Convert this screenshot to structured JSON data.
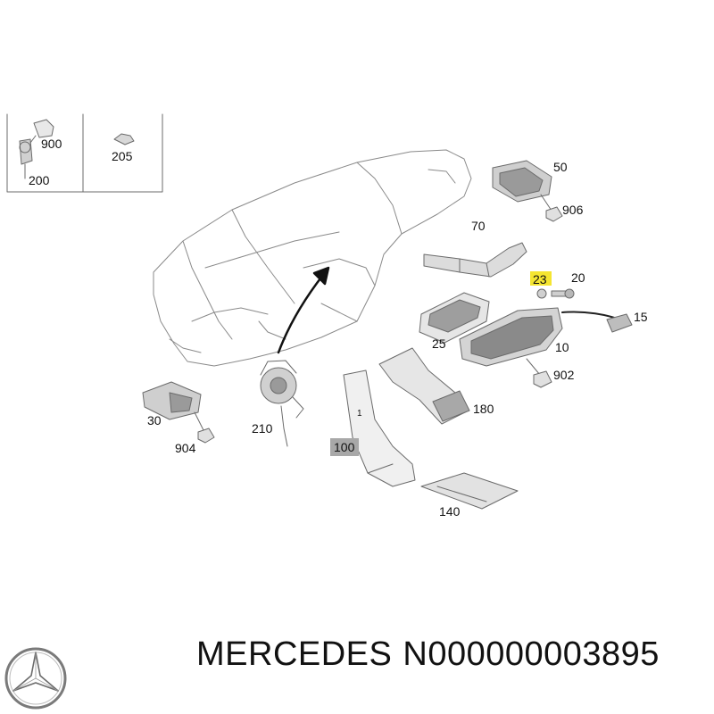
{
  "colors": {
    "highlight_yellow": "#f5e531",
    "highlight_gray": "#a8a8a8",
    "line": "#555555",
    "text": "#111111"
  },
  "parts": {
    "p900": "900",
    "p200": "200",
    "p205": "205",
    "p50": "50",
    "p906": "906",
    "p70": "70",
    "p23": "23",
    "p20": "20",
    "p15": "15",
    "p25": "25",
    "p10": "10",
    "p902": "902",
    "p180": "180",
    "p30": "30",
    "p904": "904",
    "p210": "210",
    "p100": "100",
    "p140": "140",
    "p1": "1"
  },
  "caption": {
    "brand": "MERCEDES",
    "part_number": "N000000003895"
  },
  "logo": {
    "icon": "mercedes-star-icon"
  }
}
